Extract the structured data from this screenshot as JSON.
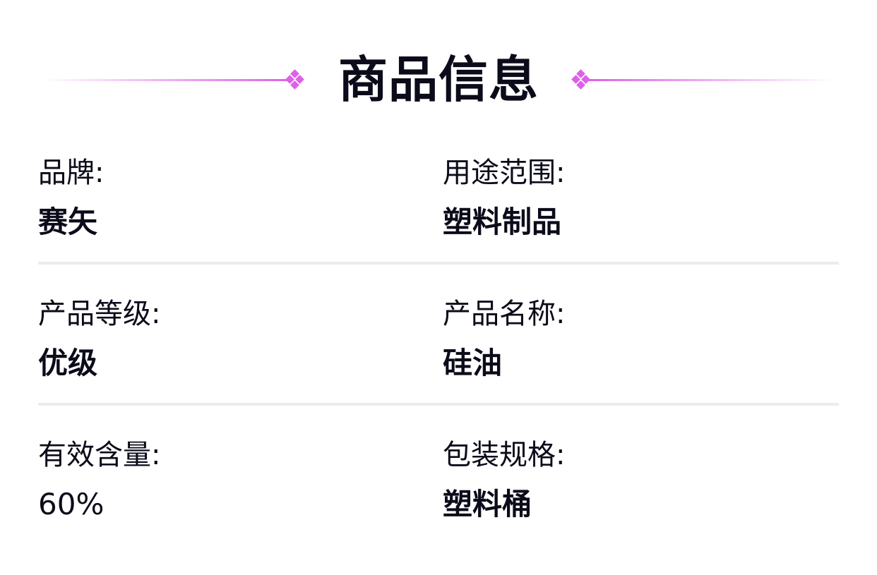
{
  "header": {
    "title": "商品信息"
  },
  "colors": {
    "accent": "#de60e8",
    "divider": "#ececf0",
    "text": "#0b0b1a"
  },
  "specs": [
    {
      "left": {
        "label": "品牌:",
        "value": "赛矢"
      },
      "right": {
        "label": "用途范围:",
        "value": "塑料制品"
      }
    },
    {
      "left": {
        "label": "产品等级:",
        "value": "优级"
      },
      "right": {
        "label": "产品名称:",
        "value": "硅油"
      }
    },
    {
      "left": {
        "label": "有效含量:",
        "value": "60%"
      },
      "right": {
        "label": "包装规格:",
        "value": "塑料桶"
      }
    }
  ]
}
